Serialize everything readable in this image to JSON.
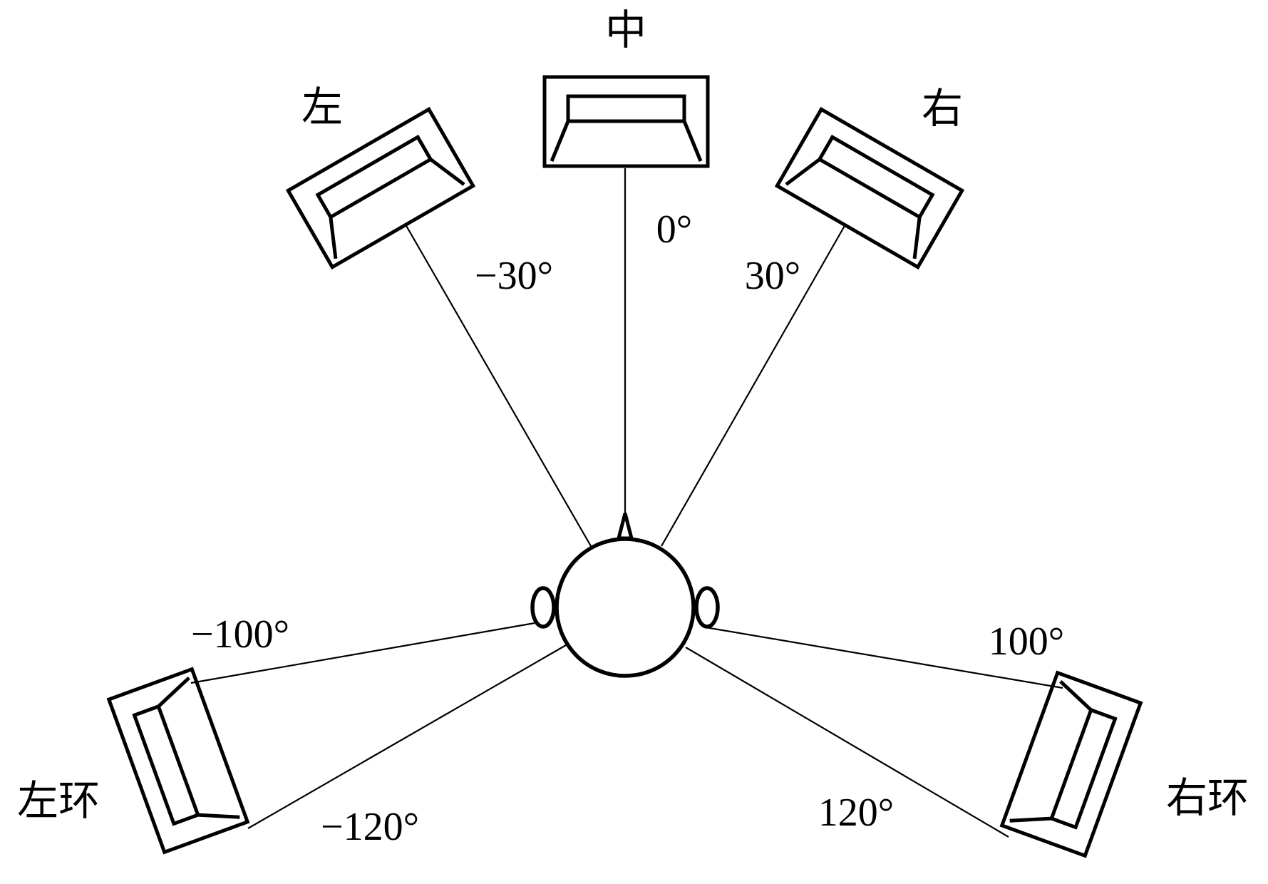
{
  "speakers": {
    "center": {
      "label": "中",
      "angle": "0°"
    },
    "left": {
      "label": "左",
      "angle": "−30°"
    },
    "right": {
      "label": "右",
      "angle": "30°"
    },
    "left_surround": {
      "label": "左环",
      "angle_a": "−100°",
      "angle_b": "−120°"
    },
    "right_surround": {
      "label": "右环",
      "angle_a": "100°",
      "angle_b": "120°"
    }
  }
}
